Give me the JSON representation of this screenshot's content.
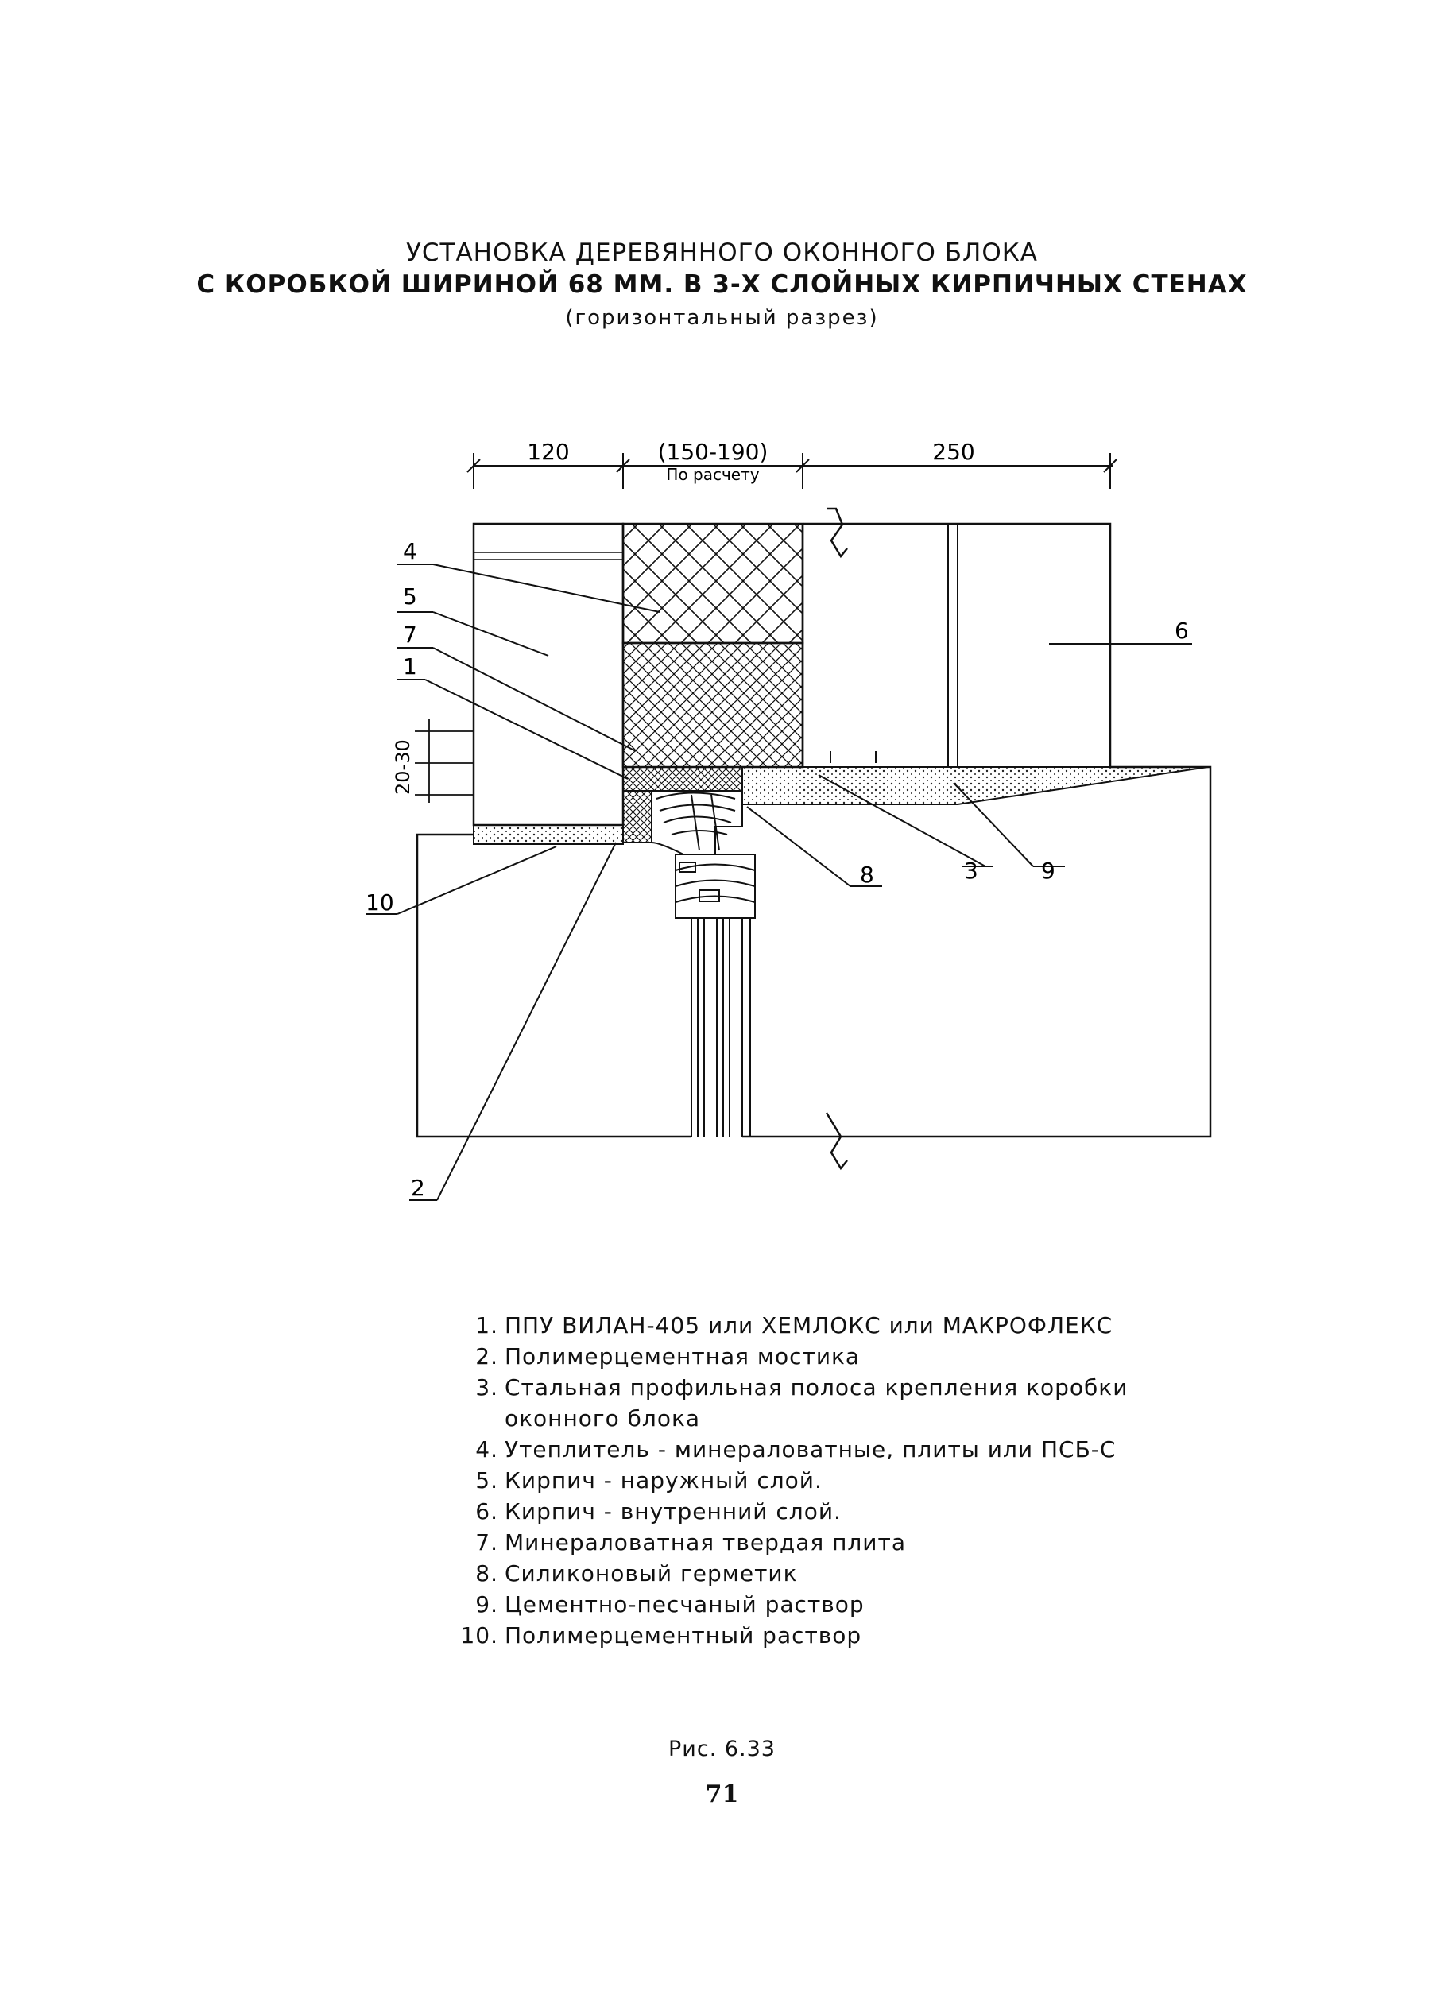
{
  "title": {
    "line1": "УСТАНОВКА ДЕРЕВЯННОГО ОКОННОГО БЛОКА",
    "line2": "С КОРОБКОЙ ШИРИНОЙ 68 ММ. В 3-Х СЛОЙНЫХ КИРПИЧНЫХ СТЕНАХ",
    "line3": "(горизонтальный разрез)"
  },
  "dimensions": {
    "d1": "120",
    "d2": "(150-190)",
    "d2_note": "По расчету",
    "d3": "250",
    "side": "20-30"
  },
  "callouts": {
    "c1": "1",
    "c2": "2",
    "c3": "3",
    "c4": "4",
    "c5": "5",
    "c6": "6",
    "c7": "7",
    "c8": "8",
    "c9": "9",
    "c10": "10"
  },
  "legend": [
    {
      "num": "1.",
      "text": "ППУ ВИЛАН-405 или ХЕМЛОКС или МАКРОФЛЕКС"
    },
    {
      "num": "2.",
      "text": "Полимерцементная мостика"
    },
    {
      "num": "3.",
      "text": "Стальная профильная полоса крепления коробки"
    },
    {
      "num": "",
      "text": "оконного блока"
    },
    {
      "num": "4.",
      "text": "Утеплитель - минераловатные, плиты или ПСБ-С"
    },
    {
      "num": "5.",
      "text": "Кирпич - наружный слой."
    },
    {
      "num": "6.",
      "text": "Кирпич - внутренний слой."
    },
    {
      "num": "7.",
      "text": "Минераловатная твердая плита"
    },
    {
      "num": "8.",
      "text": "Силиконовый герметик"
    },
    {
      "num": "9.",
      "text": "Цементно-песчаный раствор"
    },
    {
      "num": "10.",
      "text": "Полимерцементный раствор"
    }
  ],
  "caption": "Рис. 6.33",
  "page_number": "71"
}
